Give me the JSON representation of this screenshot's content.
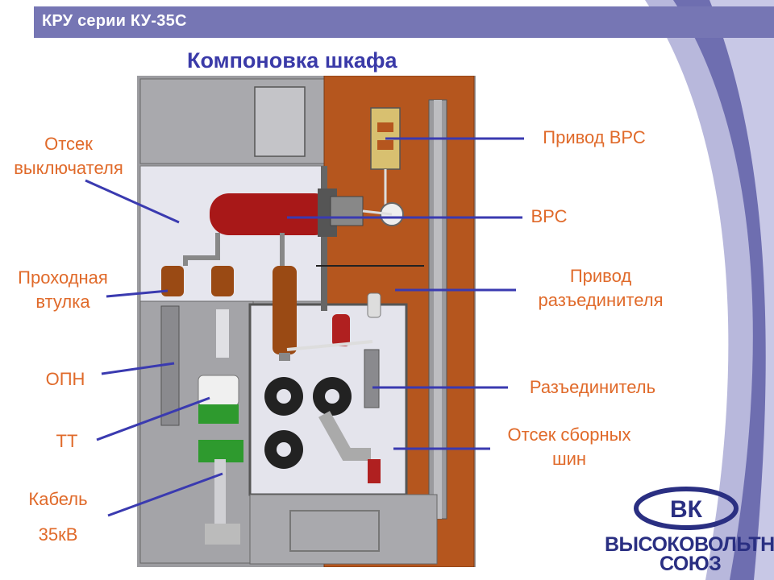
{
  "header": {
    "title": "КРУ серии КУ-35С"
  },
  "slide": {
    "title": "Компоновка шкафа"
  },
  "labels": {
    "breaker_compartment": [
      "Отсек",
      "выключателя"
    ],
    "bushing": [
      "Проходная",
      "втулка"
    ],
    "surge_arrester": "ОПН",
    "current_transformer": "ТТ",
    "cable": [
      "Кабель",
      "35кВ"
    ],
    "vcb_drive": "Привод ВРС",
    "vcb": "ВРС",
    "disconnector_drive": [
      "Привод",
      "разъединителя"
    ],
    "disconnector": "Разъединитель",
    "busbar_compartment": [
      "Отсек сборных",
      "шин"
    ]
  },
  "logo": {
    "line1": "ВЫСОКОВОЛЬТНЫЙ",
    "line2": "СОЮЗ"
  },
  "colors": {
    "header": "#7676b4",
    "title": "#3a3aa8",
    "label": "#e06a2a",
    "pointer": "#3a3ab0",
    "cabinet_side": "#b5561e"
  },
  "icons": [
    "company-logo-icon"
  ]
}
